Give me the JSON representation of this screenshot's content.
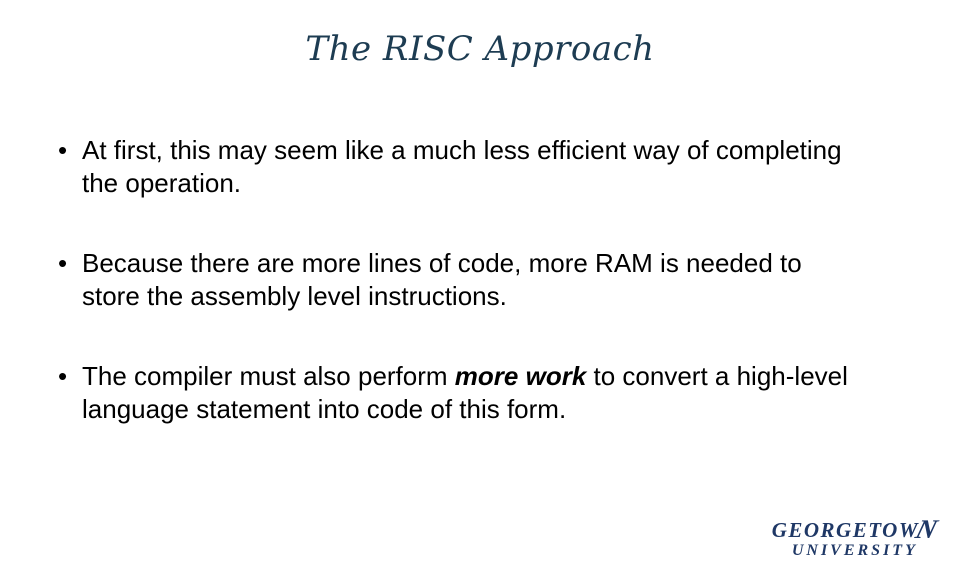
{
  "slide": {
    "title": "The RISC Approach",
    "bullet_glyph": "•",
    "bullets": [
      {
        "line1": "At first, this may seem like a much less efficient way of completing",
        "line2": "the operation."
      },
      {
        "line1": "Because there are more lines of code, more RAM is needed to",
        "line2": "store the assembly level instructions."
      },
      {
        "line1_pre": "The compiler must also perform ",
        "line1_emphasis": "more work",
        "line1_post": " to convert a high-level",
        "line2": "language statement into code of this form."
      }
    ]
  },
  "logo": {
    "line1_main": "GEORGETOW",
    "line1_swash": "N",
    "line2": "UNIVERSITY"
  },
  "colors": {
    "background": "#ffffff",
    "title_text": "#1d3c52",
    "body_text": "#000000",
    "logo_navy": "#1f3866"
  }
}
